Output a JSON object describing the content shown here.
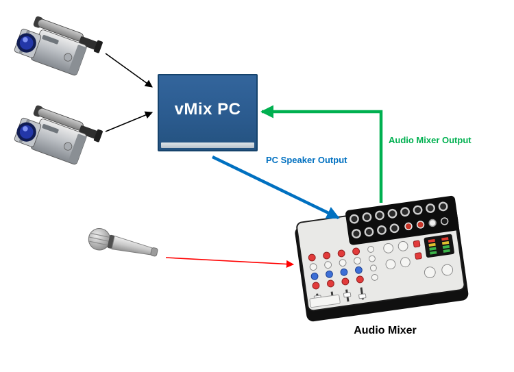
{
  "diagram": {
    "nodes": {
      "vmix_pc": {
        "label": "vMix PC",
        "type": "pc-node"
      },
      "camera_top": {
        "type": "video-camera-icon"
      },
      "camera_bottom": {
        "type": "video-camera-icon"
      },
      "microphone": {
        "type": "microphone-icon"
      },
      "audio_mixer": {
        "type": "audio-mixer-console-icon",
        "caption": "Audio Mixer"
      }
    },
    "connections": {
      "camera_top_to_vmix": {
        "from": "camera_top",
        "to": "vmix_pc",
        "label": "",
        "color": "#000000"
      },
      "camera_bottom_to_vmix": {
        "from": "camera_bottom",
        "to": "vmix_pc",
        "label": "",
        "color": "#000000"
      },
      "vmix_to_mixer": {
        "from": "vmix_pc",
        "to": "audio_mixer",
        "label": "PC Speaker Output",
        "color": "#0070C0"
      },
      "mixer_to_vmix": {
        "from": "audio_mixer",
        "to": "vmix_pc",
        "label": "Audio Mixer Output",
        "color": "#00B050"
      },
      "mic_to_mixer": {
        "from": "microphone",
        "to": "audio_mixer",
        "label": "",
        "color": "#FF0000"
      }
    },
    "colors": {
      "background": "#FFFFFF",
      "vmix_box_fill": "#2B5B8F",
      "vmix_box_border": "#16436C",
      "vmix_text": "#FFFFFF",
      "caption_text": "#000000"
    }
  }
}
